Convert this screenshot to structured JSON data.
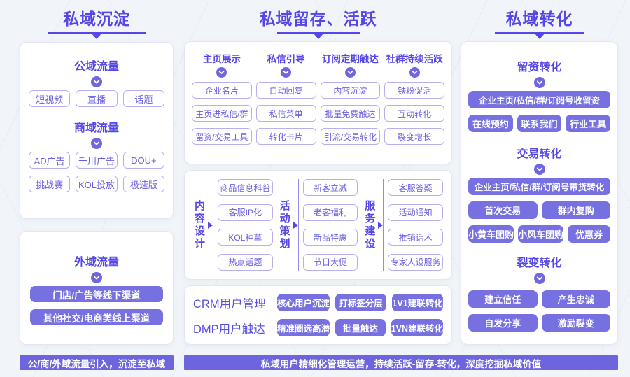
{
  "headers": {
    "deposit": "私域沉淀",
    "retention": "私域留存、活跃",
    "conversion": "私域转化"
  },
  "left": {
    "public_title": "公域流量",
    "public_items": [
      "短视频",
      "直播",
      "话题"
    ],
    "commercial_title": "商域流量",
    "commercial_items": [
      "AD广告",
      "千川广告",
      "DOU+",
      "挑战赛",
      "KOL投放",
      "极速版"
    ],
    "external_title": "外域流量",
    "external_items": [
      "门店/广告等线下渠道",
      "其他社交/电商类线上渠道"
    ]
  },
  "middle": {
    "touch_cols": [
      {
        "title": "主页展示",
        "items": [
          "企业名片",
          "主页进私信/群",
          "留资/交易工具"
        ]
      },
      {
        "title": "私信引导",
        "items": [
          "自动回复",
          "私信菜单",
          "转化卡片"
        ]
      },
      {
        "title": "订阅定期触达",
        "items": [
          "内容沉淀",
          "批量免费触达",
          "引流/交易转化"
        ]
      },
      {
        "title": "社群持续活跃",
        "items": [
          "铁粉促活",
          "互动转化",
          "裂变增长"
        ]
      }
    ],
    "op_groups": [
      {
        "label": "内容设计",
        "items": [
          "商品信息科普",
          "客服IP化",
          "KOL种草",
          "热点话题"
        ]
      },
      {
        "label": "活动策划",
        "items": [
          "新客立减",
          "老客福利",
          "新品特惠",
          "节日大促"
        ]
      },
      {
        "label": "服务建设",
        "items": [
          "客服答疑",
          "活动通知",
          "推销话术",
          "专家人设服务"
        ]
      }
    ],
    "crm_rows": [
      {
        "label": "CRM用户管理",
        "items": [
          "核心用户沉淀",
          "打标签分层",
          "1V1建联转化"
        ]
      },
      {
        "label": "DMP用户触达",
        "items": [
          "精准圈选高潜",
          "批量触达",
          "1VN建联转化"
        ]
      }
    ]
  },
  "right": {
    "sections": [
      {
        "title": "留资转化",
        "wide": "企业主页/私信/群/订阅号收留资",
        "row1": [
          "在线预约",
          "联系我们",
          "行业工具"
        ]
      },
      {
        "title": "交易转化",
        "wide": "企业主页/私信/群/订阅号带货转化",
        "row1": [
          "首次交易",
          "群内复购"
        ],
        "row2": [
          "小黄车团购",
          "小风车团购",
          "优惠券"
        ]
      },
      {
        "title": "裂变转化",
        "row1": [
          "建立信任",
          "产生忠诚"
        ],
        "row2": [
          "自发分享",
          "激励裂变"
        ]
      }
    ]
  },
  "footer": {
    "left": "公/商/外域流量引入，沉淀至私域",
    "right": "私域用户精细化管理运营，持续活跃-留存-转化，深度挖掘私域价值"
  },
  "colors": {
    "accent": "#5546e8",
    "fill": "#7770e1",
    "bar": "#6c65de",
    "outline": "#b7b0ee"
  }
}
